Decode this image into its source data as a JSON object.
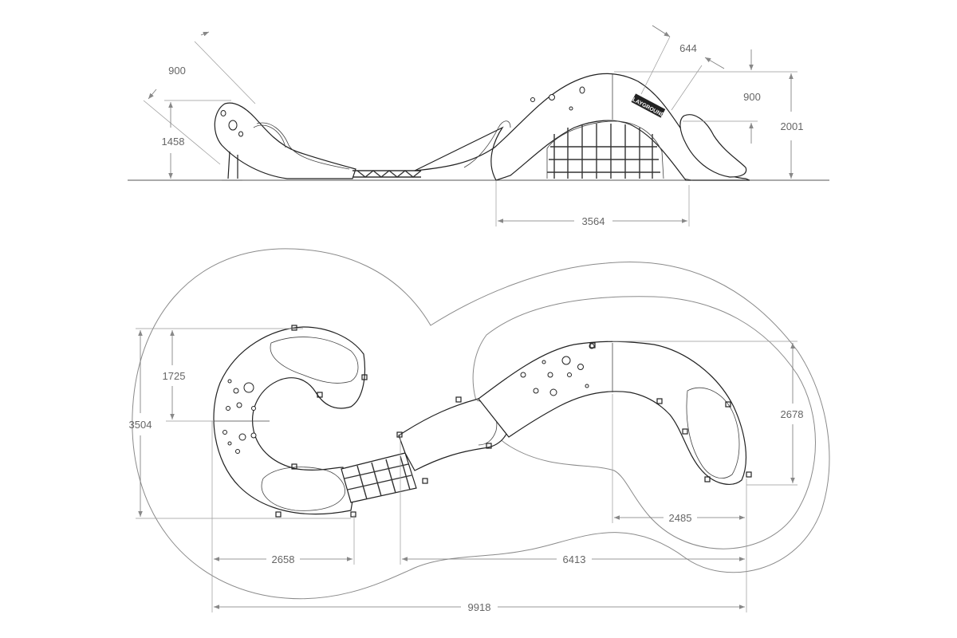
{
  "elevation_view": {
    "dimensions": {
      "slide_width": "900",
      "entry_height": "1458",
      "tower_offset": "644",
      "slide_top_height": "900",
      "total_height": "2001",
      "arch_span": "3564"
    },
    "logo_text": "PLAYGROUND"
  },
  "plan_view": {
    "dimensions": {
      "left_loop_radius": "1725",
      "total_depth": "3504",
      "right_depth": "2678",
      "right_slide_width": "2485",
      "left_width": "2658",
      "right_span": "6413",
      "total_length": "9918"
    }
  },
  "colors": {
    "line": "#222222",
    "dimension": "#777777",
    "safety_zone": "#8a8a8a"
  }
}
